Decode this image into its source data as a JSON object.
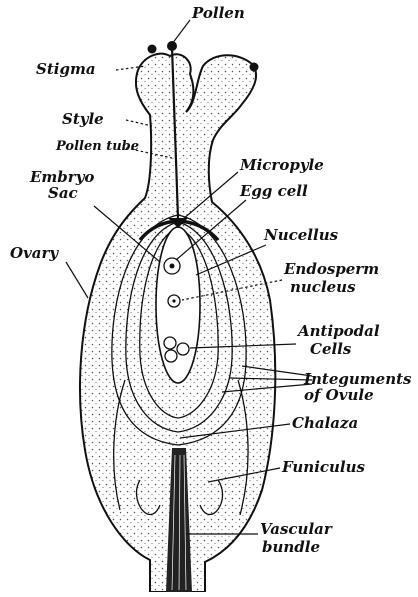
{
  "labels": {
    "pollen": "Pollen",
    "stigma": "Stigma",
    "style": "Style",
    "pollen_tube": "Pollen tube",
    "micropyle": "Micropyle",
    "egg_cell": "Egg cell",
    "embryo_sac_line1": "Embryo",
    "embryo_sac_line2": "Sac",
    "nucellus": "Nucellus",
    "ovary": "Ovary",
    "endosperm_line1": "Endosperm",
    "endosperm_line2": "nucleus",
    "antipodal_line1": "Antipodal",
    "antipodal_line2": "Cells",
    "integuments_line1": "Integuments",
    "integuments_line2": "of Ovule",
    "chalaza": "Chalaza",
    "funiculus": "Funiculus",
    "vascular_line1": "Vascular",
    "vascular_line2": "bundle"
  },
  "colors": {
    "ink": "#111111",
    "stipple": "#555555",
    "background": "#ffffff"
  }
}
